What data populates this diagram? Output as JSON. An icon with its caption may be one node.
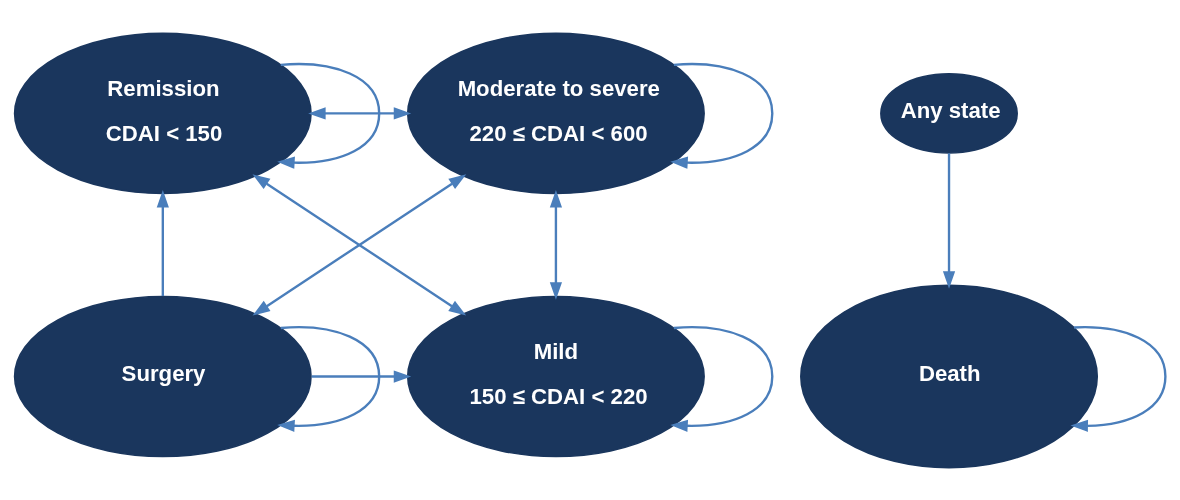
{
  "diagram": {
    "nodes": [
      {
        "text": [
          "Remission",
          "CDAI < 150"
        ]
      },
      {
        "text": [
          "Moderate to severe",
          "220 ≤ CDAI < 600"
        ]
      },
      {
        "text": [
          "Any state"
        ]
      },
      {
        "text": [
          "Mild",
          "150 ≤ CDAI < 220"
        ]
      },
      {
        "text": [
          "Surgery"
        ]
      },
      {
        "text": [
          "Death"
        ]
      }
    ],
    "edges": [
      {
        "from": 0,
        "to": 0,
        "arrow": "to"
      },
      {
        "from": 0,
        "to": 1,
        "arrow": "both"
      },
      {
        "from": 1,
        "to": 1,
        "arrow": "to"
      },
      {
        "from": 2,
        "to": 5,
        "arrow": "to"
      },
      {
        "from": 0,
        "to": 3,
        "arrow": "both"
      },
      {
        "from": 1,
        "to": 3,
        "arrow": "both"
      },
      {
        "from": 4,
        "to": 0,
        "arrow": "to"
      },
      {
        "from": 1,
        "to": 4,
        "arrow": "both"
      },
      {
        "from": 3,
        "to": 3,
        "arrow": "to"
      },
      {
        "from": 4,
        "to": 4,
        "arrow": "to"
      },
      {
        "from": 4,
        "to": 3,
        "arrow": "to"
      },
      {
        "from": 5,
        "to": 5,
        "arrow": "to"
      }
    ]
  }
}
